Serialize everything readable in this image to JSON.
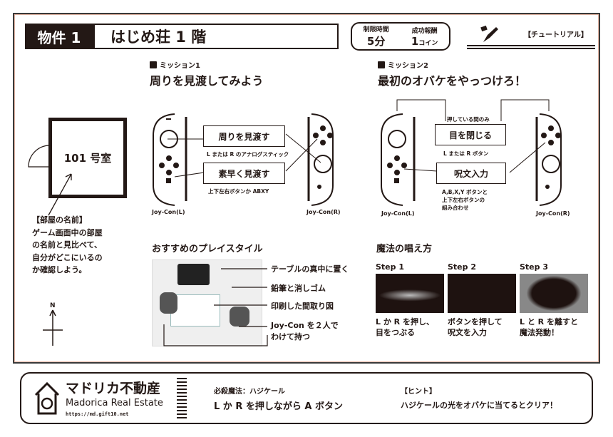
{
  "header": {
    "property_label": "物件 1",
    "title": "はじめ荘 1 階",
    "time_label": "制限時間",
    "time_value": "5分",
    "reward_label": "成功報酬",
    "reward_value": "1",
    "reward_unit": "コイン",
    "tutorial": "【チュートリアル】"
  },
  "mission1": {
    "label": "ミッション1",
    "title": "周りを見渡してみよう",
    "box1": "周りを見渡す",
    "box1_note": "L または R のアナログスティック",
    "box2": "素早く見渡す",
    "box2_note": "上下左右ボタンか ABXY",
    "left_label": "Joy-Con(L)",
    "right_label": "Joy-Con(R)"
  },
  "mission2": {
    "label": "ミッション2",
    "title": "最初のオバケをやっつけろ！",
    "top_note": "押している間のみ",
    "box1": "目を閉じる",
    "box1_note": "L または R ボタン",
    "box2": "呪文入力",
    "box2_note": [
      "A,B,X,Y ボタンと",
      "上下左右ボタンの",
      "組み合わせ"
    ],
    "left_label": "Joy-Con(L)",
    "right_label": "Joy-Con(R)"
  },
  "room": {
    "name": "101 号室",
    "caption": [
      "【部屋の名前】",
      "ゲーム画面中の部屋",
      "の名前と見比べて、",
      "自分がどこにいるの",
      "か確認しよう。"
    ],
    "compass": "N"
  },
  "play_style": {
    "title": "おすすめのプレイスタイル",
    "items": [
      "テーブルの真中に置く",
      "鉛筆と消しゴム",
      "印刷した間取り図",
      "Joy-Con を２人で",
      "わけて持つ"
    ]
  },
  "magic": {
    "title": "魔法の唱え方",
    "steps": [
      {
        "label": "Step 1",
        "text": [
          "L か R を押し、",
          "目をつぶる"
        ]
      },
      {
        "label": "Step 2",
        "text": [
          "ボタンを押して",
          "呪文を入力"
        ]
      },
      {
        "label": "Step 3",
        "text": [
          "L と R を離すと",
          "魔法発動！"
        ]
      }
    ]
  },
  "footer": {
    "brand": "マドリカ不動産",
    "brand_en": "Madorica Real Estate",
    "url": "https://md.gift10.net",
    "spell_label": "必殺魔法：ハジケール",
    "spell_text": "L か R を押しながら A ボタン",
    "hint_label": "【ヒント】",
    "hint_text": "ハジケールの光をオバケに当てるとクリア！"
  },
  "colors": {
    "ink": "#231815",
    "accent": "#e8b9a8"
  }
}
